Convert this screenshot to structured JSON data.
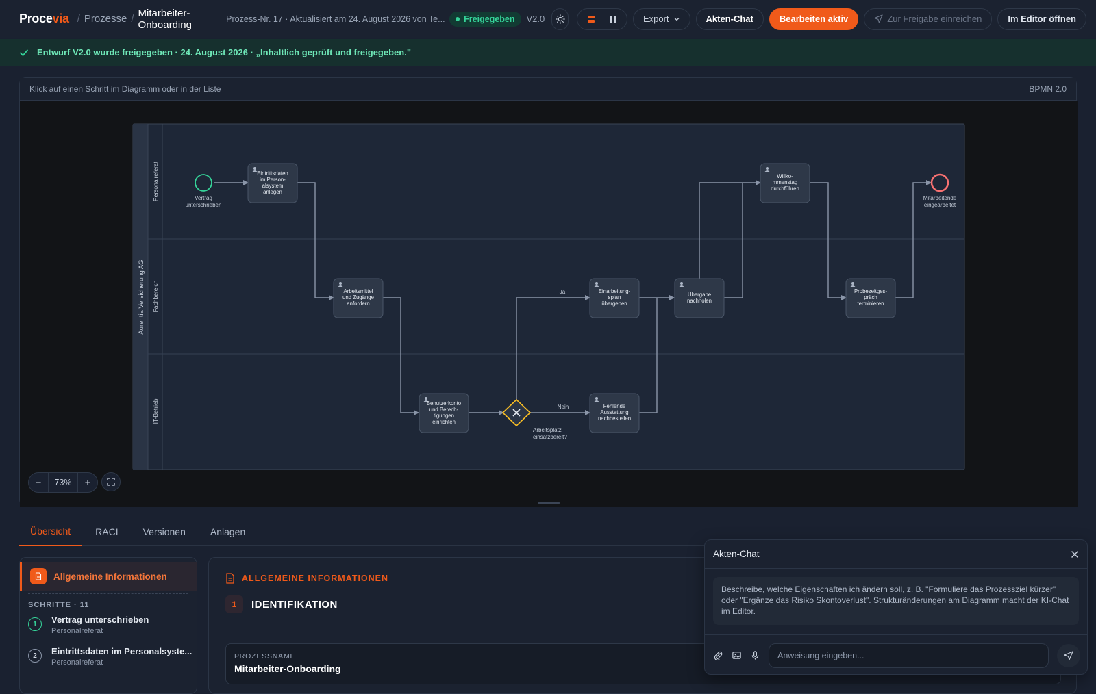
{
  "app": {
    "logo_main": "Proce",
    "logo_accent": "via",
    "colors": {
      "accent": "#f05a1a",
      "success": "#35d399",
      "end_event": "#f87171",
      "gateway": "#fbbf24"
    }
  },
  "header": {
    "breadcrumb_root": "Prozesse",
    "breadcrumb_current": "Mitarbeiter-Onboarding",
    "meta": "Prozess-Nr. 17 · Aktualisiert am 24. August 2026 von Te...",
    "status_badge": "Freigegeben",
    "version": "V2.0",
    "export_label": "Export",
    "chat_label": "Akten-Chat",
    "edit_label": "Bearbeiten aktiv",
    "submit_label": "Zur Freigabe einreichen",
    "editor_label": "Im Editor öffnen"
  },
  "banner": {
    "text": "Entwurf V2.0 wurde freigegeben · 24. August 2026 · „Inhaltlich geprüft und freigegeben.\""
  },
  "diagram": {
    "hint": "Klick auf einen Schritt im Diagramm oder in der Liste",
    "notation": "BPMN 2.0",
    "zoom": "73%",
    "pool": "Aurentia Versicherung AG",
    "lanes": [
      "Personalreferat",
      "Fachbereich",
      "IT-Betrieb"
    ],
    "start_event": [
      "Vertrag",
      "unterschrieben"
    ],
    "end_event": [
      "Mitarbeitende",
      "eingearbeitet"
    ],
    "gateway_label": [
      "Arbeitsplatz",
      "einsatzbereit?"
    ],
    "flow_yes": "Ja",
    "flow_no": "Nein",
    "tasks": {
      "t1": [
        "Eintrittsdaten",
        "im Person-",
        "alsystem",
        "anlegen"
      ],
      "t2": [
        "Arbeitsmittel",
        "und Zugänge",
        "anfordern"
      ],
      "t3": [
        "Benutzerkonto",
        "und Berech-",
        "tigungen",
        "einrichten"
      ],
      "t4": [
        "Einarbeitung-",
        "splan",
        "übergeben"
      ],
      "t5": [
        "Fehlende",
        "Ausstattung",
        "nachbestellen"
      ],
      "t6": [
        "Übergabe",
        "nachholen"
      ],
      "t7": [
        "Willko-",
        "mmenstag",
        "durchführen"
      ],
      "t8": [
        "Probezeitges-",
        "präch",
        "terminieren"
      ]
    }
  },
  "tabs": [
    "Übersicht",
    "RACI",
    "Versionen",
    "Anlagen"
  ],
  "sidebar": {
    "general": "Allgemeine Informationen",
    "steps_header": "SCHRITTE · 11",
    "steps": [
      {
        "num": "1",
        "title": "Vertrag unterschrieben",
        "lane": "Personalreferat"
      },
      {
        "num": "2",
        "title": "Eintrittsdaten im Personalsyste...",
        "lane": "Personalreferat"
      }
    ]
  },
  "main": {
    "section_title": "ALLGEMEINE INFORMATIONEN",
    "subsection_num": "1",
    "subsection_title": "IDENTIFIKATION",
    "field_label": "PROZESSNAME",
    "field_value": "Mitarbeiter-Onboarding"
  },
  "chat": {
    "title": "Akten-Chat",
    "message": "Beschreibe, welche Eigenschaften ich ändern soll, z. B. \"Formuliere das Prozessziel kürzer\" oder \"Ergänze das Risiko Skontoverlust\". Strukturänderungen am Diagramm macht der KI-Chat im Editor.",
    "placeholder": "Anweisung eingeben..."
  }
}
